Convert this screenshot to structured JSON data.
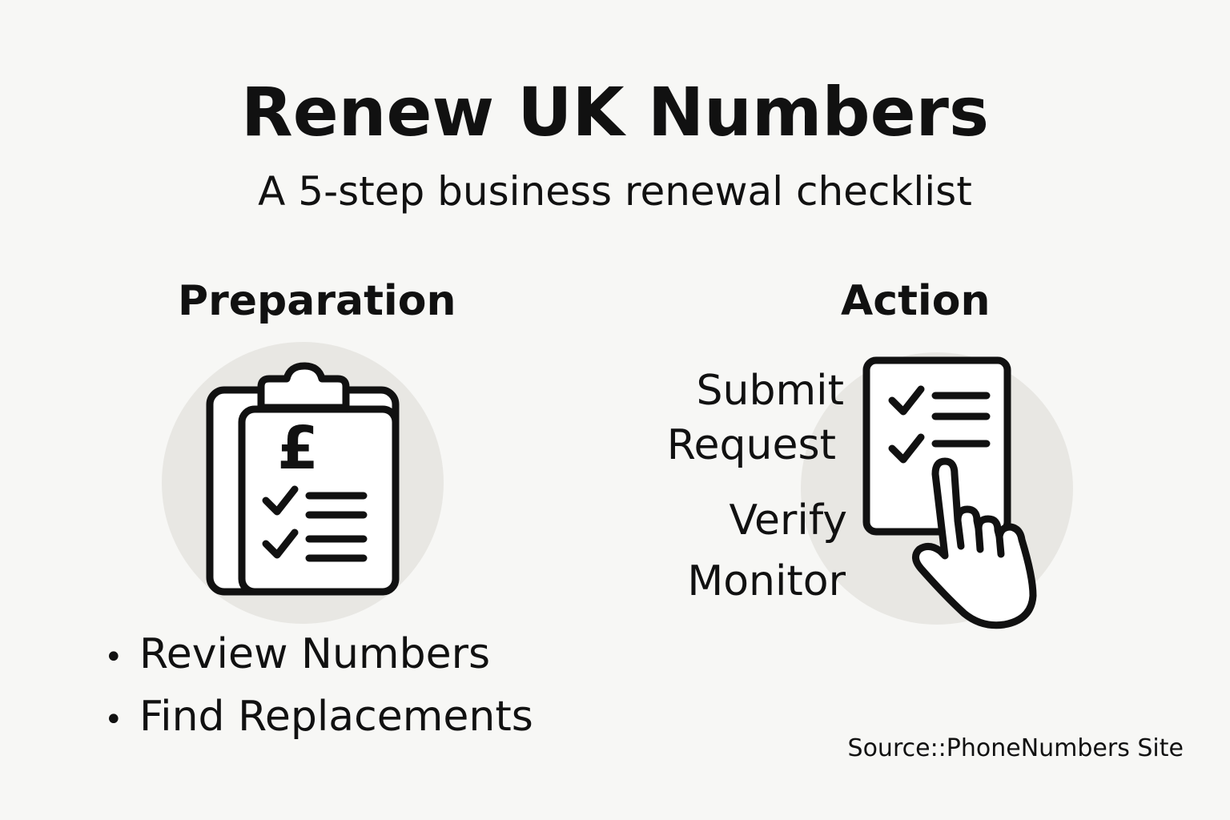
{
  "header": {
    "title": "Renew UK Numbers",
    "subtitle": "A 5-step business renewal checklist"
  },
  "preparation": {
    "heading": "Preparation",
    "icon": "clipboard-pound-checklist-icon",
    "items": [
      "Review Numbers",
      "Find Replacements"
    ]
  },
  "action": {
    "heading": "Action",
    "icon": "checklist-hand-pointer-icon",
    "steps": [
      "Submit",
      "Request",
      "Verify",
      "Monitor"
    ]
  },
  "footer": {
    "source": "Source::PhoneNumbers Site"
  },
  "colors": {
    "background": "#f7f7f5",
    "circle": "#e8e7e3",
    "ink": "#111111"
  }
}
